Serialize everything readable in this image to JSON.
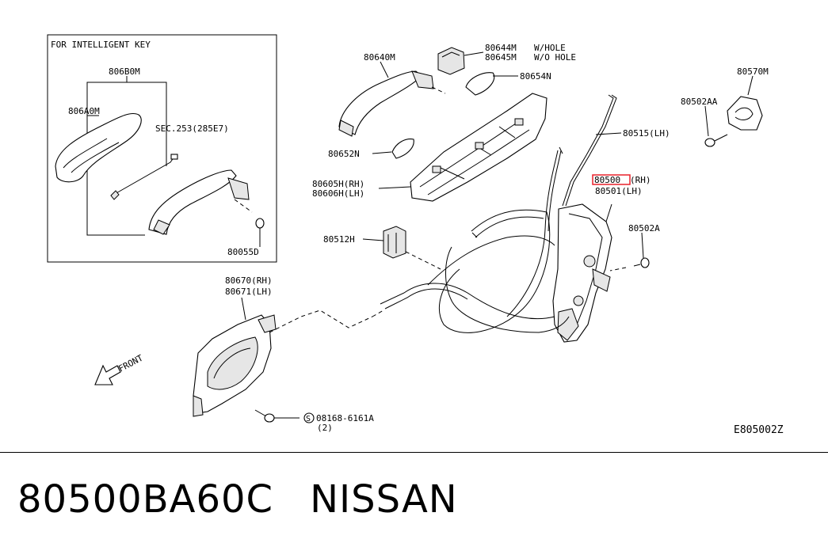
{
  "diagram": {
    "inset_title": "FOR INTELLIGENT KEY",
    "code": "E805002Z",
    "labels": {
      "l806b0m": "806B0M",
      "l806a0m": "806A0M",
      "lsec": "SEC.253(285E7)",
      "l80055d": "80055D",
      "l80640m": "80640M",
      "l80644m": "80644M",
      "l80645m": "80645M",
      "whole": "W/HOLE",
      "wohole": "W/O HOLE",
      "l80654n": "80654N",
      "l80652n": "80652N",
      "l80605h": "80605H(RH)",
      "l80606h": "80606H(LH)",
      "l80515": "80515(LH)",
      "l80570m": "80570M",
      "l80502aa": "80502AA",
      "l80500": "80500",
      "rh": "(RH)",
      "l80501": "80501(LH)",
      "l80502a": "80502A",
      "l80512h": "80512H",
      "l80670m": "80670(RH)",
      "l80671m": "80671(LH)",
      "front": "FRONT",
      "l08168": "08168-6161A",
      "qty": "(2)",
      "s_mark": "S"
    }
  },
  "footer": {
    "part_number": "80500BA60C",
    "brand": "NISSAN"
  },
  "colors": {
    "highlight": "#e8202a",
    "line": "#000000"
  }
}
